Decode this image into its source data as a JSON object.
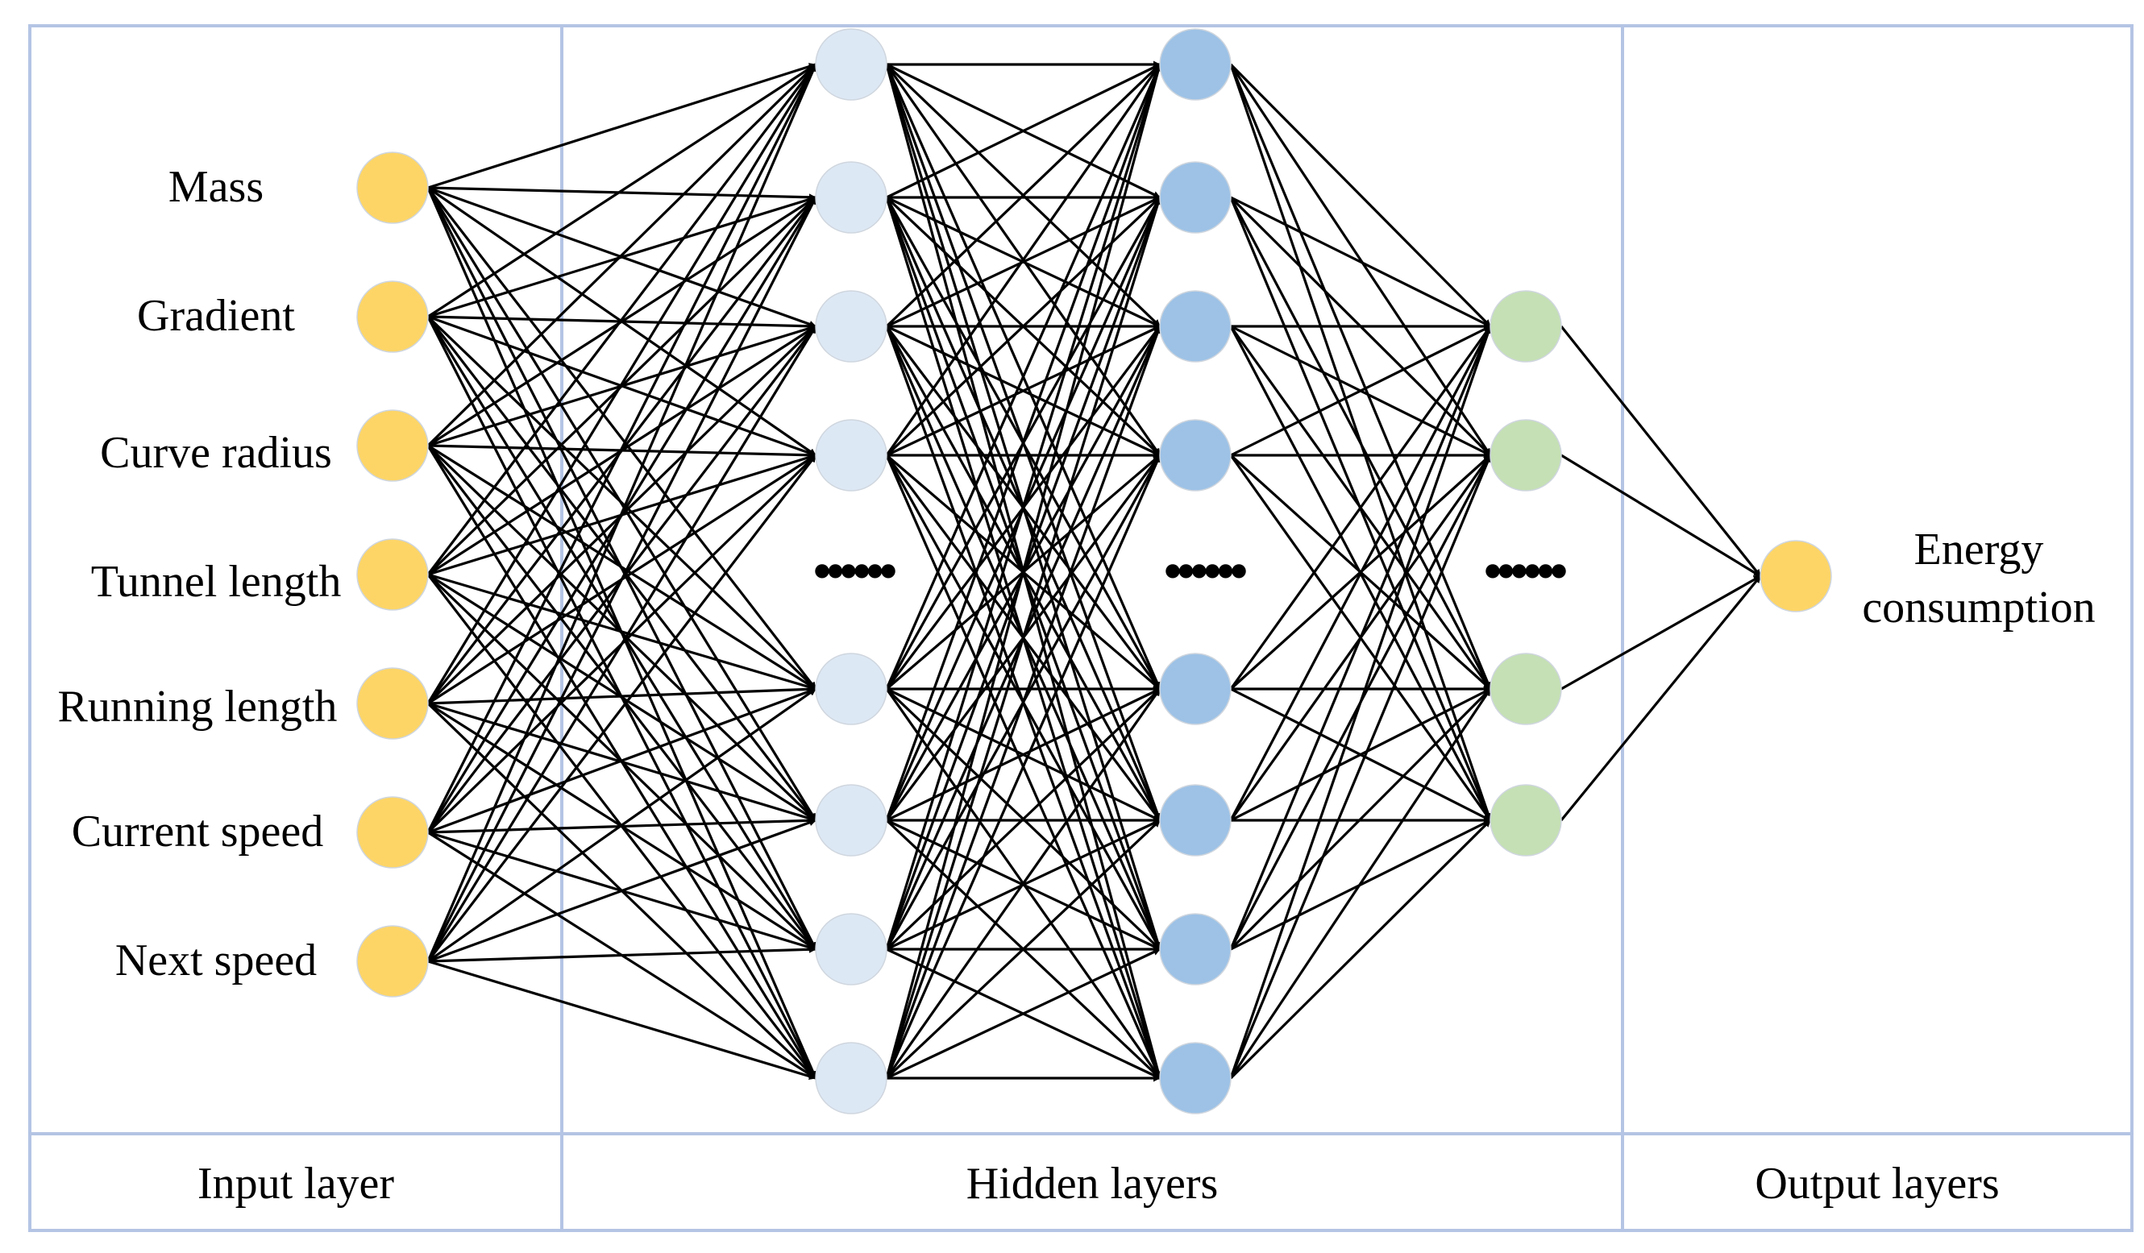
{
  "inputs": {
    "labels": [
      "Mass",
      "Gradient",
      "Curve radius",
      "Tunnel length",
      "Running length",
      "Current speed",
      "Next speed"
    ],
    "color": "#fdd567"
  },
  "hidden1": {
    "color": "#dde8f5"
  },
  "hidden2": {
    "color": "#9dc2e6"
  },
  "hidden3": {
    "color": "#c5e0b4"
  },
  "output": {
    "label_line1": "Energy",
    "label_line2": "consumption",
    "color": "#fdd567"
  },
  "ellipsis": "••••••",
  "captions": {
    "input": "Input layer",
    "hidden": "Hidden layers",
    "output": "Output layers"
  },
  "colors": {
    "frame": "#b4c4e4",
    "edge": "#000000"
  }
}
